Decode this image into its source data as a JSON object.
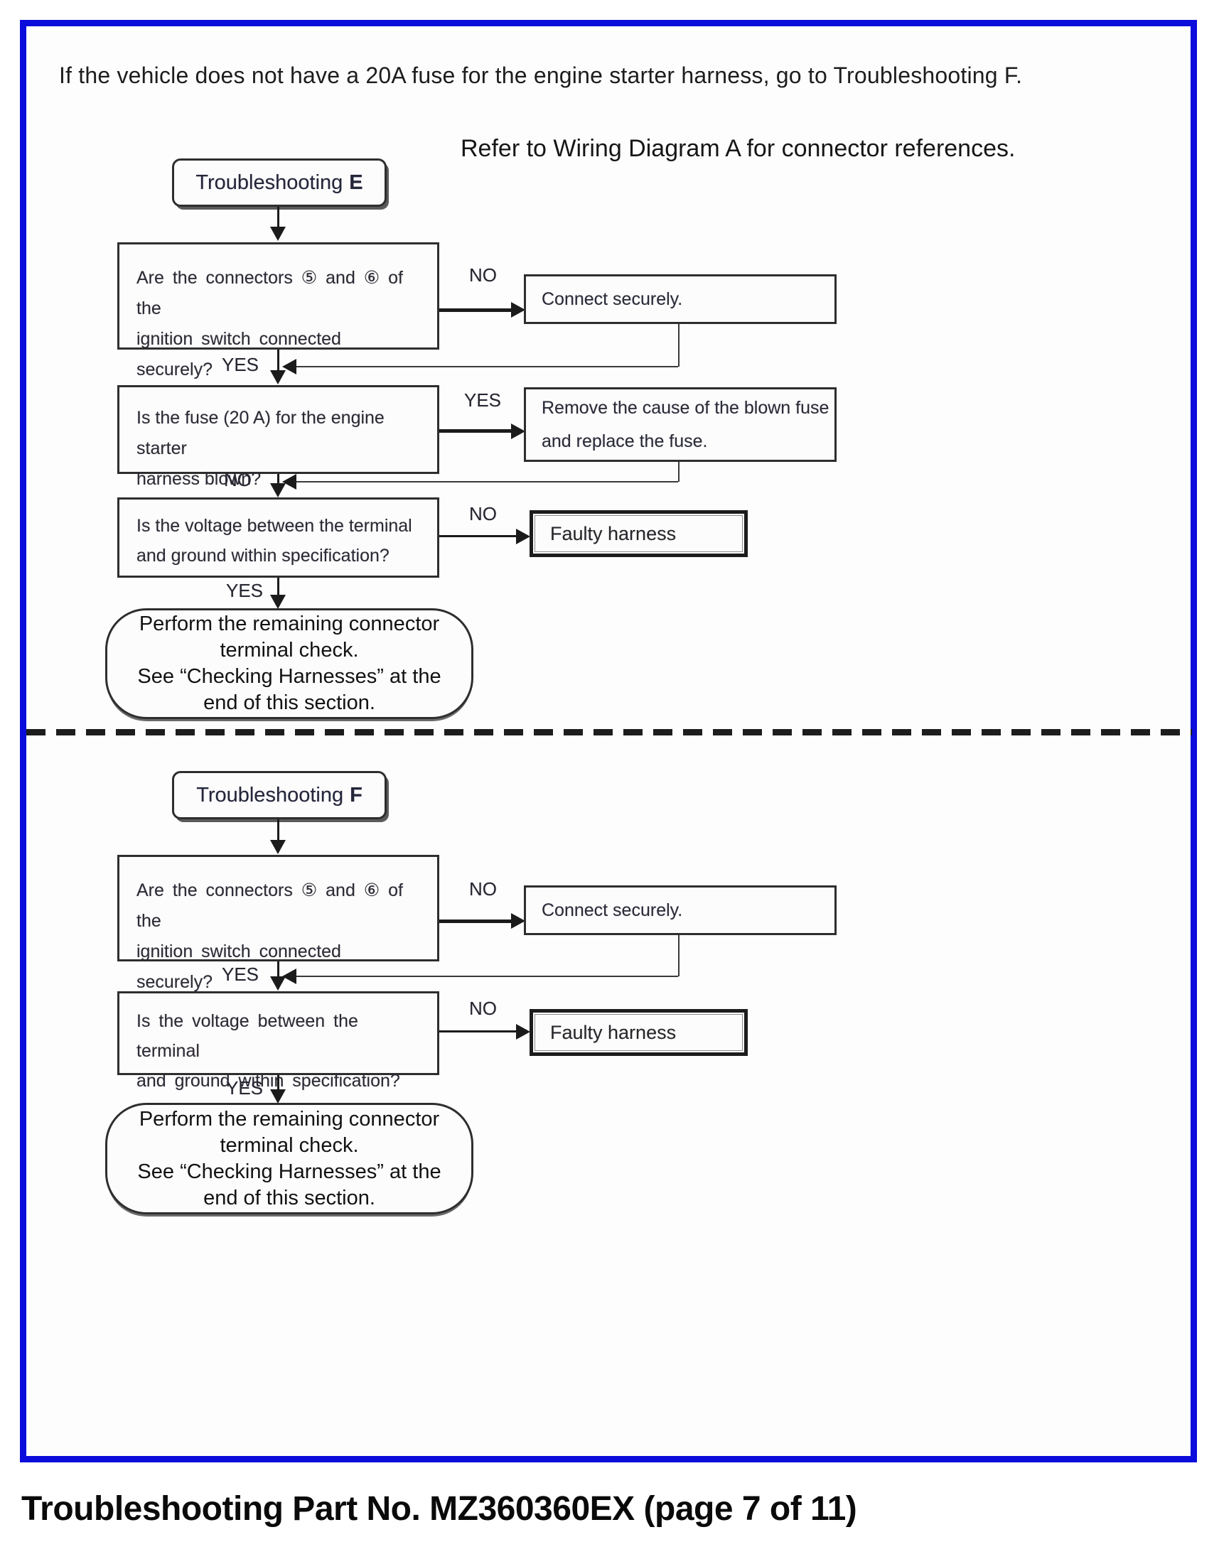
{
  "page": {
    "border_color": "#0b0bdb",
    "intro": "If the vehicle does not have a 20A fuse for the engine starter harness, go to Troubleshooting F.",
    "refer_note": "Refer to Wiring Diagram A for connector references.",
    "footer": "Troubleshooting Part No. MZ360360EX (page 7 of 11)"
  },
  "labels": {
    "yes": "YES",
    "no": "NO"
  },
  "sections": {
    "e": {
      "title_prefix": "Troubleshooting",
      "title_letter": "E",
      "q_connectors_line1": "Are the connectors ⑤ and ⑥ of the",
      "q_connectors_line2": "ignition switch connected securely?",
      "connect_securely": "Connect securely.",
      "q_fuse_line1": "Is the fuse (20 A) for the engine starter",
      "q_fuse_line2": "harness blown?",
      "remove_fuse_line1": "Remove the cause of the blown fuse",
      "remove_fuse_line2": "and replace the fuse.",
      "q_voltage_line1": "Is the voltage between the terminal",
      "q_voltage_line2": "and ground within specification?",
      "faulty_harness": "Faulty harness",
      "terminal_line1": "Perform the remaining connector",
      "terminal_line2": "terminal check.",
      "terminal_line3": "See “Checking Harnesses” at the",
      "terminal_line4": "end of this section."
    },
    "f": {
      "title_prefix": "Troubleshooting",
      "title_letter": "F",
      "q_connectors_line1": "Are the connectors ⑤ and ⑥ of the",
      "q_connectors_line2": "ignition switch connected securely?",
      "connect_securely": "Connect securely.",
      "q_voltage_line1": "Is the voltage between the terminal",
      "q_voltage_line2": "and ground within specification?",
      "faulty_harness": "Faulty harness",
      "terminal_line1": "Perform the remaining connector",
      "terminal_line2": "terminal check.",
      "terminal_line3": "See “Checking Harnesses” at the",
      "terminal_line4": "end of this section."
    }
  }
}
